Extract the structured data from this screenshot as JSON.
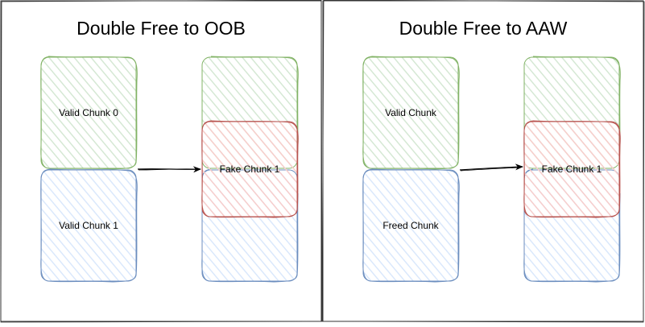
{
  "panels": [
    {
      "title": "Double Free to OOB",
      "labels": {
        "top_chunk": "Valid Chunk 0",
        "bottom_chunk": "Valid Chunk 1",
        "fake_chunk": "Fake Chunk 1"
      }
    },
    {
      "title": "Double Free to AAW",
      "labels": {
        "top_chunk": "Valid Chunk",
        "bottom_chunk": "Freed Chunk",
        "fake_chunk": "Fake Chunk 1"
      }
    }
  ],
  "colors": {
    "green_stroke": "#82b366",
    "green_fill": "#d5e8d4",
    "blue_stroke": "#6c8ebf",
    "blue_fill": "#dae8fc",
    "red_stroke": "#b85450",
    "red_fill": "#f8cecc",
    "panel_stroke": "#333333"
  }
}
